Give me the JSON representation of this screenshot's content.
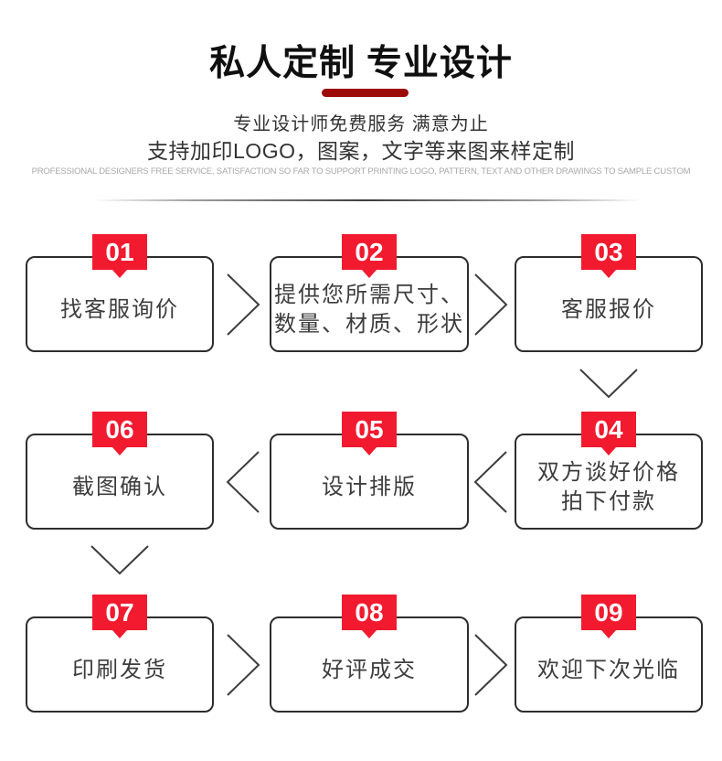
{
  "header": {
    "title": "私人定制 专业设计",
    "subtitle1": "专业设计师免费服务 满意为止",
    "subtitle2": "支持加印LOGO，图案，文字等来图来样定制",
    "subtitle_en": "PROFESSIONAL DESIGNERS FREE SERVICE, SATISFACTION SO FAR TO SUPPORT PRINTING LOGO, PATTERN, TEXT AND OTHER DRAWINGS TO SAMPLE CUSTOM"
  },
  "colors": {
    "badge_red": "#f21a2f",
    "divider_red": "#9b0909",
    "box_border": "#2d2d2d",
    "chevron": "#3c3c3c"
  },
  "steps": [
    {
      "num": "01",
      "label": "找客服询价"
    },
    {
      "num": "02",
      "label": "提供您所需尺寸、\n数量、材质、形状"
    },
    {
      "num": "03",
      "label": "客服报价"
    },
    {
      "num": "04",
      "label": "双方谈好价格\n拍下付款"
    },
    {
      "num": "05",
      "label": "设计排版"
    },
    {
      "num": "06",
      "label": "截图确认"
    },
    {
      "num": "07",
      "label": "印刷发货"
    },
    {
      "num": "08",
      "label": "好评成交"
    },
    {
      "num": "09",
      "label": "欢迎下次光临"
    }
  ]
}
